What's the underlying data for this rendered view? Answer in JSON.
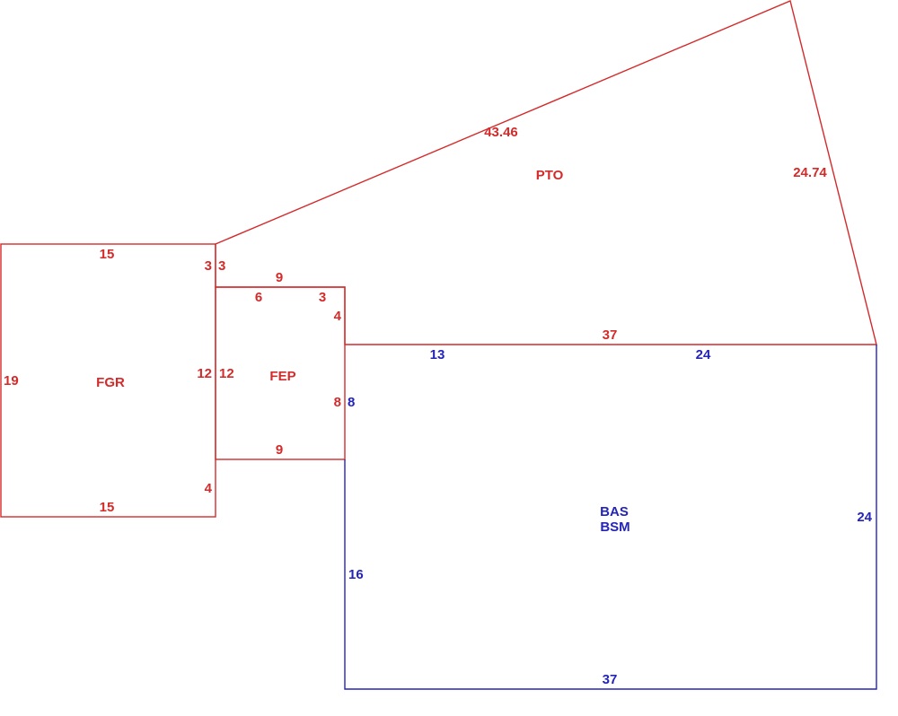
{
  "colors": {
    "red": "#d42a2a",
    "blue": "#2424b8",
    "background": "#ffffff"
  },
  "areas": {
    "fgr": {
      "label": "FGR",
      "top": "15",
      "bottom": "15",
      "left": "19",
      "right_upper": "3",
      "right_middle": "12",
      "right_lower": "4"
    },
    "fep": {
      "label": "FEP",
      "top": "9",
      "bottom": "9",
      "left_upper": "3",
      "left_middle": "12",
      "right_upper": "4",
      "right_lower": "8",
      "inner_top_left": "6",
      "inner_top_right": "3"
    },
    "pto": {
      "label": "PTO",
      "diagonal_left": "43.46",
      "diagonal_right": "24.74",
      "bottom": "37"
    },
    "bas": {
      "label_line1": "BAS",
      "label_line2": "BSM",
      "top_left": "13",
      "top_right": "24",
      "right": "24",
      "bottom": "37",
      "left_upper": "8",
      "left_lower": "16"
    }
  }
}
